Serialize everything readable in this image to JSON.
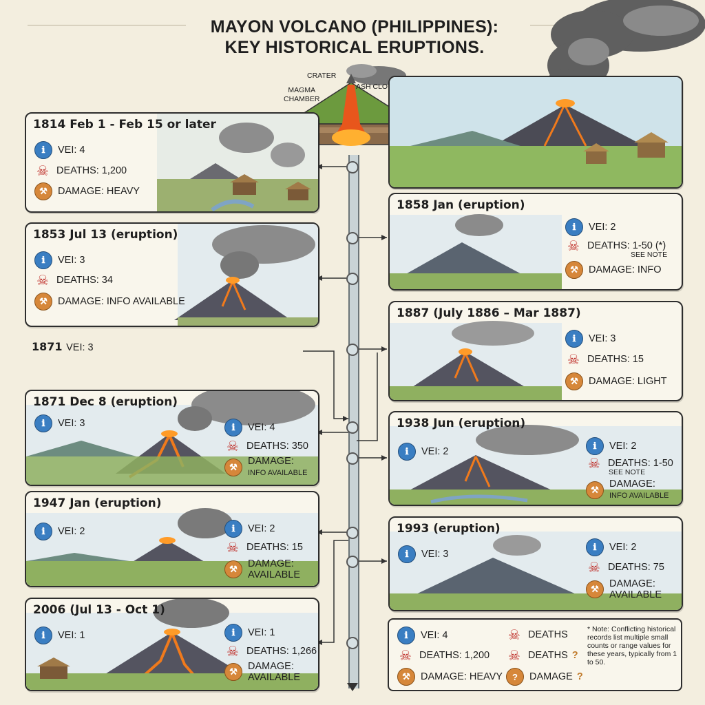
{
  "title_line1": "MAYON VOLCANO (PHILIPPINES):",
  "title_line2": "KEY HISTORICAL ERUPTIONS.",
  "diagram_labels": {
    "crater": "CRATER",
    "ash_cloud": "ASH CLOUD",
    "magma": "MAGMA",
    "chamber": "CHAMBER"
  },
  "cards": {
    "c1814": {
      "title": "1814 Feb 1 - Feb 15 or later",
      "vei": "VEI: 4",
      "deaths": "DEATHS: 1,200",
      "damage": "DAMAGE: HEAVY"
    },
    "c1853": {
      "title": "1853 Jul 13 (eruption)",
      "vei": "VEI: 3",
      "deaths": "DEATHS: 34",
      "damage": "DAMAGE: INFO AVAILABLE"
    },
    "c1858": {
      "title": "1858 Jan (eruption)",
      "vei": "VEI: 2",
      "deaths": "DEATHS: 1-50 (*)",
      "deaths_note": "SEE NOTE",
      "damage": "DAMAGE: INFO"
    },
    "c1887": {
      "title": "1887 (July 1886 – Mar 1887)",
      "vei": "VEI: 3",
      "deaths": "DEATHS: 15",
      "damage": "DAMAGE: LIGHT"
    },
    "loose1871": {
      "year": "1871",
      "vei": "VEI: 3"
    },
    "c1871": {
      "title": "1871 Dec 8 (eruption)",
      "vei_left": "VEI: 3",
      "vei": "VEI: 4",
      "deaths": "DEATHS: 350",
      "damage_l1": "DAMAGE:",
      "damage_l2": "INFO AVAILABLE"
    },
    "c1938": {
      "title": "1938 Jun (eruption)",
      "vei_left": "VEI: 2",
      "vei": "VEI: 2",
      "deaths": "DEATHS: 1-50",
      "deaths_note": "SEE NOTE",
      "damage_l1": "DAMAGE:",
      "damage_l2": "INFO AVAILABLE"
    },
    "c1947": {
      "title": "1947 Jan (eruption)",
      "vei_left": "VEI: 2",
      "vei": "VEI: 2",
      "deaths": "DEATHS: 15",
      "damage_l1": "DAMAGE:",
      "damage_l2": "AVAILABLE"
    },
    "c1993": {
      "title": "1993 (eruption)",
      "vei_left": "VEI: 3",
      "vei": "VEI: 2",
      "deaths": "DEATHS: 75",
      "damage_l1": "DAMAGE:",
      "damage_l2": "AVAILABLE"
    },
    "c2006": {
      "title": "2006 (Jul 13 - Oct 1)",
      "vei_left": "VEI: 1",
      "vei": "VEI: 1",
      "deaths": "DEATHS: 1,266",
      "damage_l1": "DAMAGE:",
      "damage_l2": "AVAILABLE"
    }
  },
  "legend": {
    "vei": "VEI: 4",
    "deaths_a": "DEATHS",
    "deaths_b": "DEATHS: 1,200",
    "deaths_c": "DEATHS",
    "q1": "?",
    "damage_a": "DAMAGE: HEAVY",
    "damage_b": "DAMAGE",
    "q2": "?",
    "note": "* Note: Conflicting historical records list multiple small counts or range values for these years, typically from 1 to 50."
  },
  "icons": {
    "vei": "vei-gauge-icon",
    "deaths": "skull-crossbones-icon",
    "damage": "damage-hammer-icon"
  },
  "colors": {
    "vei": "#3a7ec2",
    "deaths": "#c0322d",
    "damage": "#d6873a",
    "lava": "#f07a1c",
    "background": "#f3eedf"
  }
}
